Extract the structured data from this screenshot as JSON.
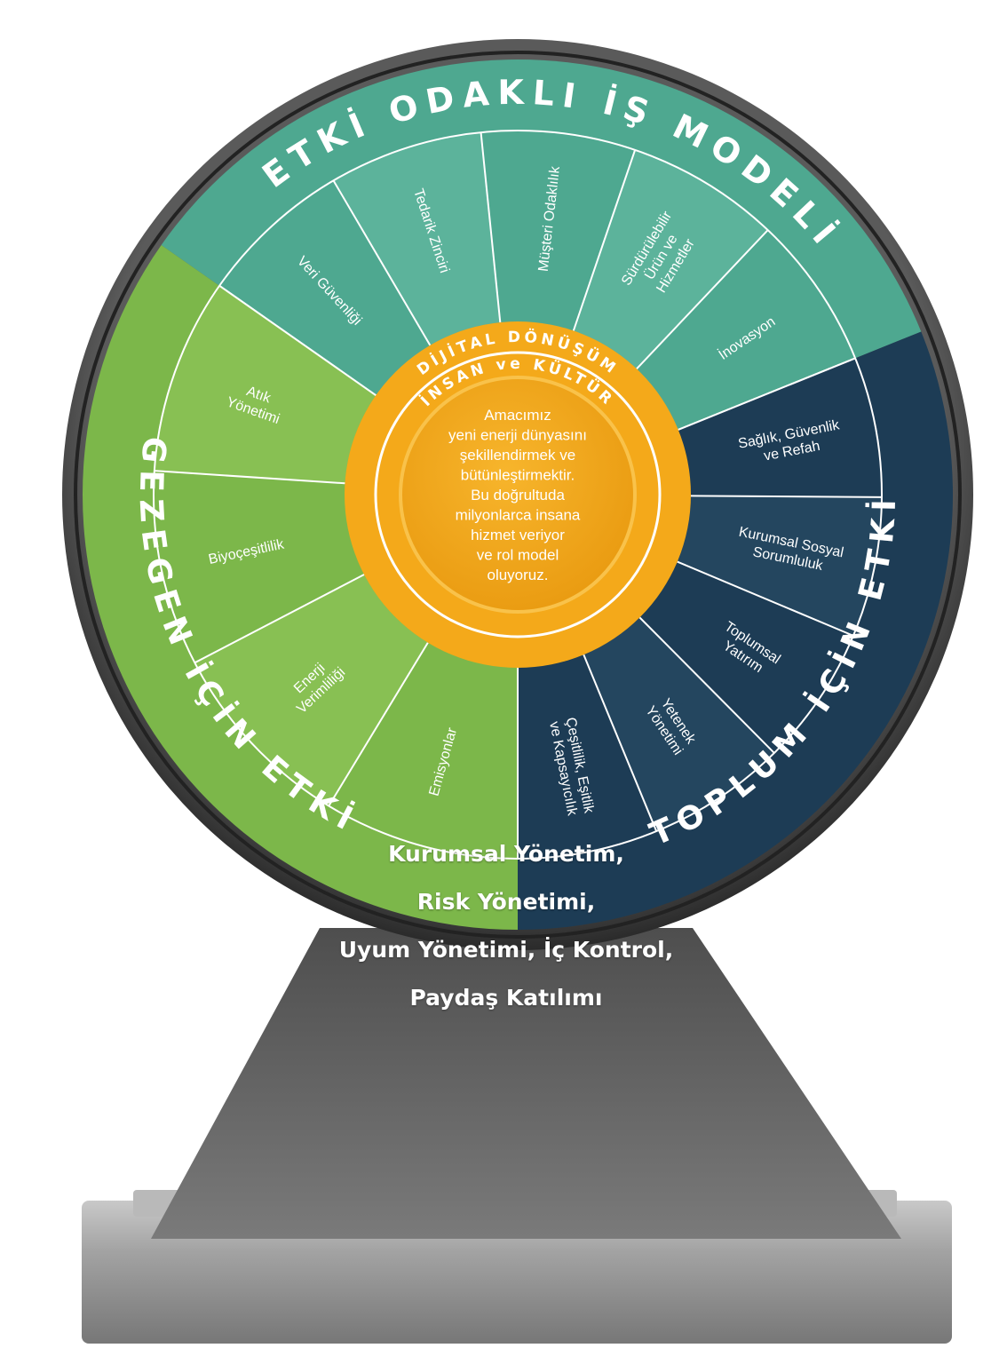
{
  "colors": {
    "top_sector": "#4ea890",
    "left_sector": "#7cb74a",
    "right_sector": "#1d3c55",
    "center": "#f4a91a",
    "center_light": "#f7b52c",
    "rim": "#3e3e3e",
    "pedestal": "#6d6d6d"
  },
  "ring_labels": {
    "top": "ETKİ ODAKLI İŞ MODELİ",
    "left": "GEZEGEN İÇİN ETKİ",
    "right": "TOPLUM İÇİN ETKİ"
  },
  "top_segments": [
    {
      "lines": [
        "Veri Güvenliği"
      ]
    },
    {
      "lines": [
        "Tedarik Zinciri"
      ]
    },
    {
      "lines": [
        "Müşteri Odaklılık"
      ]
    },
    {
      "lines": [
        "Sürdürülebilir",
        "Ürün ve",
        "Hizmetler"
      ]
    },
    {
      "lines": [
        "İnovasyon"
      ]
    }
  ],
  "left_segments": [
    {
      "lines": [
        "Emisyonlar"
      ]
    },
    {
      "lines": [
        "Enerji",
        "Verimliliği"
      ]
    },
    {
      "lines": [
        "Biyoçeşitlilik"
      ]
    },
    {
      "lines": [
        "Atık",
        "Yönetimi"
      ]
    }
  ],
  "right_segments": [
    {
      "lines": [
        "Sağlık, Güvenlik",
        "ve Refah"
      ]
    },
    {
      "lines": [
        "Kurumsal Sosyal",
        "Sorumluluk"
      ]
    },
    {
      "lines": [
        "Toplumsal",
        "Yatırım"
      ]
    },
    {
      "lines": [
        "Yetenek",
        "Yönetimi"
      ]
    },
    {
      "lines": [
        "Çeşitlilik, Eşitlik",
        "ve Kapsayıcılık"
      ]
    }
  ],
  "center": {
    "outer_arc": "DİJİTAL DÖNÜŞÜM",
    "inner_arc": "İNSAN ve KÜLTÜR",
    "lines": [
      "Amacımız",
      "yeni enerji dünyasını",
      "şekillendirmek ve",
      "bütünleştirmektir.",
      "Bu doğrultuda",
      "milyonlarca insana",
      "hizmet veriyor",
      "ve rol model",
      "oluyoruz."
    ]
  },
  "pedestal": {
    "line1": "Kurumsal Yönetim,",
    "line2": "Risk Yönetimi,",
    "line3": "Uyum Yönetimi, İç Kontrol,",
    "line4": "Paydaş Katılımı"
  }
}
